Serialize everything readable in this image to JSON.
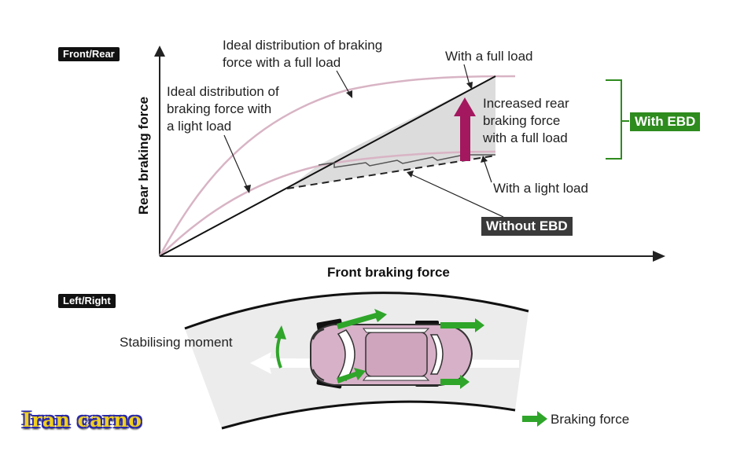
{
  "labels": {
    "front_rear": "Front/Rear",
    "left_right": "Left/Right",
    "y_axis": "Rear braking force",
    "x_axis": "Front braking force",
    "ideal_full_line1": "Ideal distribution of braking",
    "ideal_full_line2": "force with a full load",
    "ideal_light_line1": "Ideal distribution of",
    "ideal_light_line2": "braking force with",
    "ideal_light_line3": "a light load",
    "with_full_load": "With a full load",
    "increased_line1": "Increased rear",
    "increased_line2": "braking force",
    "increased_line3": "with a full load",
    "with_ebd": "With EBD",
    "with_light_load": "With a light load",
    "without_ebd": "Without EBD",
    "stabilising": "Stabilising moment",
    "braking_force": "Braking force"
  },
  "watermark": "Iran carno",
  "colors": {
    "ideal_curve": "#d8b4c4",
    "ebd_green": "#2e8b1e",
    "arrow_green": "#2fa52a",
    "increase_arrow": "#a3185f",
    "car_body": "#d7b1c8",
    "road": "#ececec"
  },
  "icons": {
    "vertical_arrow": "arrow-up-icon",
    "legend_arrow": "arrow-right-icon"
  }
}
